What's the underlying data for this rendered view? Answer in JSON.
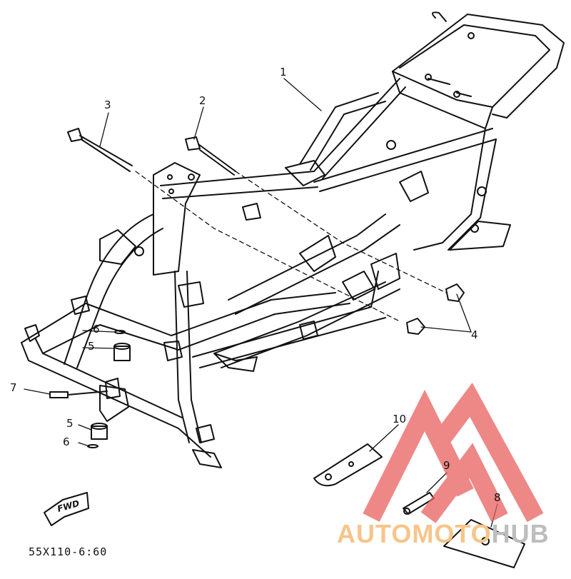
{
  "diagram": {
    "callouts": [
      "1",
      "2",
      "3",
      "4",
      "5",
      "5",
      "6",
      "6",
      "7",
      "8",
      "9",
      "10"
    ],
    "fwd_label": "FWD",
    "part_code": "55X110-6:60"
  },
  "watermark": {
    "part1": "AUTOMOTO",
    "part2": "HUB",
    "color_logo": "#e8615e",
    "color_text1": "#f6c58a",
    "color_text2": "#bdbdbd"
  }
}
